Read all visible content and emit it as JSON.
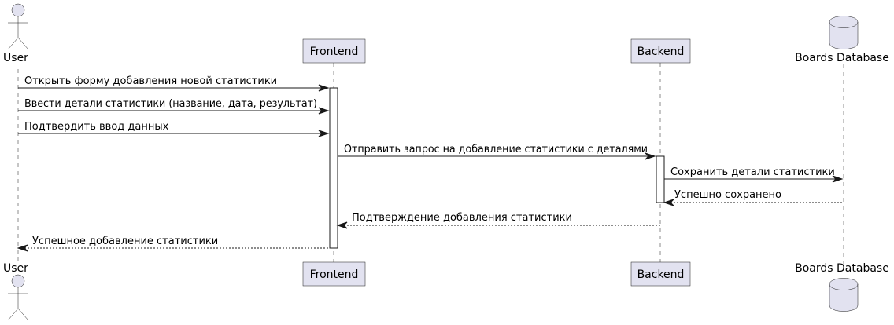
{
  "participants": {
    "user": "User",
    "frontend": "Frontend",
    "backend": "Backend",
    "db": "Boards Database"
  },
  "messages": [
    {
      "from": "user",
      "to": "frontend",
      "text": "Открыть форму добавления новой статистики",
      "dashed": false
    },
    {
      "from": "user",
      "to": "frontend",
      "text": "Ввести детали статистики (название, дата, результат)",
      "dashed": false
    },
    {
      "from": "user",
      "to": "frontend",
      "text": "Подтвердить ввод данных",
      "dashed": false
    },
    {
      "from": "frontend",
      "to": "backend",
      "text": "Отправить запрос на добавление статистики с деталями",
      "dashed": false
    },
    {
      "from": "backend",
      "to": "db",
      "text": "Сохранить детали статистики",
      "dashed": false
    },
    {
      "from": "db",
      "to": "backend",
      "text": "Успешно сохранено",
      "dashed": true
    },
    {
      "from": "backend",
      "to": "frontend",
      "text": "Подтверждение добавления статистики",
      "dashed": true
    },
    {
      "from": "frontend",
      "to": "user",
      "text": "Успешное добавление статистики",
      "dashed": true
    }
  ],
  "colors": {
    "participant_fill": "#E2E2F0",
    "line": "#181818"
  }
}
